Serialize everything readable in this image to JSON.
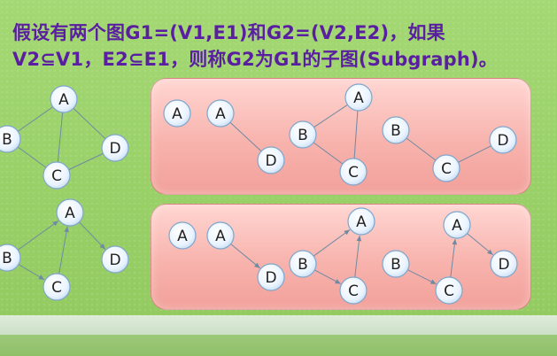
{
  "title": {
    "line1": "假设有两个图G1=(V1,E1)和G2=(V2,E2)，如果",
    "line2": "V2⊆V1，E2⊆E1，则称G2为G1的子图(Subgraph)。"
  },
  "colors": {
    "title": "#5a1fa0",
    "background": "#9fd46e",
    "panel": "#f8b3ad",
    "node_fill": "#e8f3ff",
    "node_stroke": "#7ea6cc",
    "edge": "#6f8aa3"
  },
  "graphs": {
    "undirected_g1": {
      "nodes": [
        "A",
        "B",
        "C",
        "D"
      ],
      "edges": [
        [
          "A",
          "B"
        ],
        [
          "A",
          "C"
        ],
        [
          "A",
          "D"
        ],
        [
          "B",
          "C"
        ],
        [
          "C",
          "D"
        ]
      ]
    },
    "undirected_subgraphs": [
      {
        "nodes": [
          "A"
        ],
        "edges": []
      },
      {
        "nodes": [
          "A",
          "D"
        ],
        "edges": [
          [
            "A",
            "D"
          ]
        ]
      },
      {
        "nodes": [
          "A",
          "B",
          "C"
        ],
        "edges": [
          [
            "A",
            "B"
          ],
          [
            "A",
            "C"
          ],
          [
            "B",
            "C"
          ]
        ]
      },
      {
        "nodes": [
          "B",
          "C",
          "D"
        ],
        "edges": [
          [
            "B",
            "C"
          ],
          [
            "C",
            "D"
          ]
        ]
      }
    ],
    "directed_g1": {
      "nodes": [
        "A",
        "B",
        "C",
        "D"
      ],
      "edges": [
        [
          "B",
          "A"
        ],
        [
          "A",
          "D"
        ],
        [
          "C",
          "A"
        ],
        [
          "B",
          "C"
        ]
      ]
    },
    "directed_subgraphs": [
      {
        "nodes": [
          "A"
        ],
        "edges": []
      },
      {
        "nodes": [
          "A",
          "D"
        ],
        "edges": [
          [
            "A",
            "D"
          ]
        ]
      },
      {
        "nodes": [
          "A",
          "B",
          "C"
        ],
        "edges": [
          [
            "B",
            "A"
          ],
          [
            "B",
            "C"
          ],
          [
            "C",
            "A"
          ]
        ]
      },
      {
        "nodes": [
          "A",
          "B",
          "C",
          "D"
        ],
        "edges": [
          [
            "B",
            "C"
          ],
          [
            "C",
            "A"
          ],
          [
            "A",
            "D"
          ]
        ]
      }
    ]
  }
}
